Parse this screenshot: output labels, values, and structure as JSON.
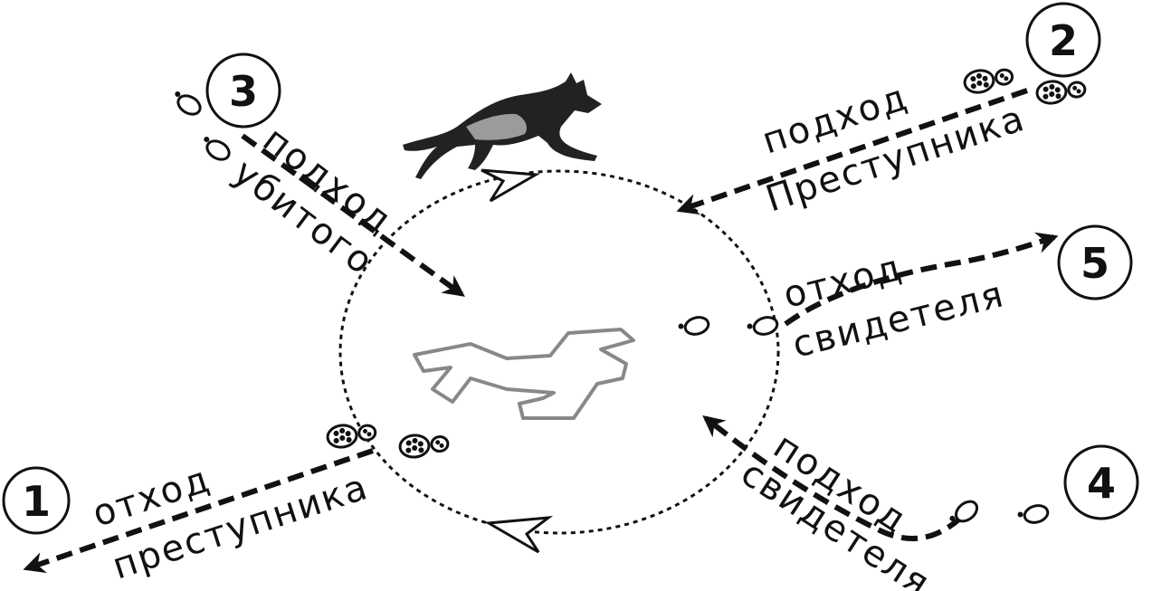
{
  "routes": {
    "r1": {
      "number": "1",
      "line1": "отход",
      "line2": "преступника"
    },
    "r2": {
      "number": "2",
      "line1": "подход",
      "line2": "Преступника"
    },
    "r3": {
      "number": "3",
      "line1": "подход",
      "line2": "убитого"
    },
    "r4": {
      "number": "4",
      "line1": "подход",
      "line2": "свидетеля"
    },
    "r5": {
      "number": "5",
      "line1": "отход",
      "line2": "свидетеля"
    }
  },
  "icons": {
    "dog": "dog-icon",
    "body": "body-outline-icon",
    "bare_footprint": "bare-footprint-icon",
    "boot_print": "boot-print-icon"
  }
}
